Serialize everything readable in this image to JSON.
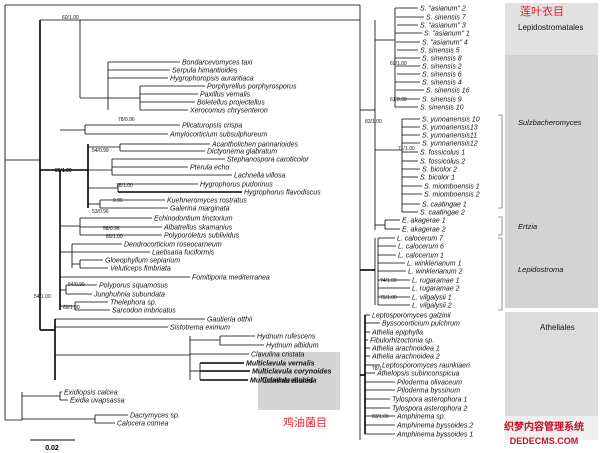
{
  "scale_label": "0.02",
  "clades": {
    "lepidostromatales_cn": "莲叶衣目",
    "lepidostromatales": "Lepidostromatales",
    "sulzbacheromyces": "Sulzbacheromyces",
    "ertzia": "Ertzia",
    "lepidostroma": "Lepidostroma",
    "atheliales": "Atheliales",
    "cantharellales": "Cantharellales",
    "cantharellales_cn": "鸡油菌目"
  },
  "watermark": {
    "line1": "织梦内容管理系统",
    "line2": "DEDECMS.COM"
  },
  "taxa_left": [
    "Bondarcevomyces taxi",
    "Serpula himantioides",
    "Hygrophoropsis aurantiaca",
    "Porphyrellus porphyrosporus",
    "Paxillus vernalis",
    "Boletellus projectellus",
    "Xerocomus chrysenteron",
    "Plicaturopsis crispa",
    "Amylocorticium subsulphureum",
    "Acantholichen pannarioides",
    "Dictyonema glabratum",
    "Stephanospora caroticolor",
    "Pterula echo",
    "Lachnella villosa",
    "Hygrophorus pudorinus",
    "Hygrophorus flavodiscus",
    "Kuehneromyces rostratus",
    "Galerina marginata",
    "Echinodontium tinctorium",
    "Albatrellus skamanius",
    "Polyporoletus sublividus",
    "Dendrocorticium roseocarneum",
    "Laetisaria fuciformis",
    "Gloeophyllum sepiarium",
    "Veluticeps fimbriata",
    "Fomitiporia mediterranea",
    "Polyporus squamosus",
    "Junghuhnia subundata",
    "Thelephora sp.",
    "Sarcodon imbricatus",
    "Gautieria otthii",
    "Sistotrema eximum",
    "Hydnum rufescens",
    "Hydnum albidum",
    "Clavulina cristata",
    "Multiclavula vernalis",
    "Multiclavula corynoides",
    "Multiclavula mucida",
    "Exidiopsis calcea",
    "Exidia uvapsassa",
    "Dacrymyces sp.",
    "Calocera cornea"
  ],
  "taxa_right": [
    "S. \"asianum\" 2",
    "S. sinensis 7",
    "S. \"asianum\" 3",
    "S. \"asianum\" 1",
    "S. \"asianum\" 4",
    "S. sinensis 5",
    "S. sinensis 8",
    "S. sinensis 2",
    "S. sinensis 6",
    "S. sinensis 4",
    "S. sinensis 16",
    "S. sinensis 9",
    "S. sinensis 10",
    "S. yunnanensis 10",
    "S. yunnanensis13",
    "S. yunnanensis11",
    "S. yunnanensis12",
    "S. fossicolus 1",
    "S. fossicolus 2",
    "S. bicolor 2",
    "S. bicolor 1",
    "S. miomboensis 1",
    "S. miomboensis 2",
    "S. caatingae 1",
    "S. caatingae 2",
    "E. akagerae 1",
    "E. akagerae 2",
    "L. calocerum 7",
    "L. calocerum 6",
    "L. calocerum 1",
    "L. winklerianum 1",
    "L. winklerianum 2",
    "L. rugaramae 1",
    "L. rugaramae 2",
    "L. vilgalysii 1",
    "L. vilgalysii 2",
    "Leptosporomyces galzinii",
    "Byssocorticium pulchrum",
    "Athelia epiphylla",
    "Fibulorhizoctonia sp.",
    "Athelia arachnoidea 1",
    "Athelia arachnoidea 2",
    "Leptosporomyces raunkiaeri",
    "Athelopsis subinconspicua",
    "Piloderma olivaceum",
    "Piloderma byssinum",
    "Tylospora asterophora 1",
    "Tylospora asterophora 2",
    "Amphinema sp.",
    "Amphinema byssoides 2",
    "Amphinema byssoides 1"
  ],
  "support_left": [
    "60/1.00",
    "86/1.00",
    "78/0.96",
    "54/0.99",
    "78/1.00",
    "0.96",
    "53/0.96",
    "58/0.96",
    "80/1.00",
    "54/1.00",
    "54/0.99",
    "69/1.00"
  ],
  "support_right": [
    "69/1.00",
    "61/0.99",
    "83/1.00",
    "71/1.00",
    "74/1.00",
    "75/1.00",
    "78/1",
    "83/1.00"
  ]
}
